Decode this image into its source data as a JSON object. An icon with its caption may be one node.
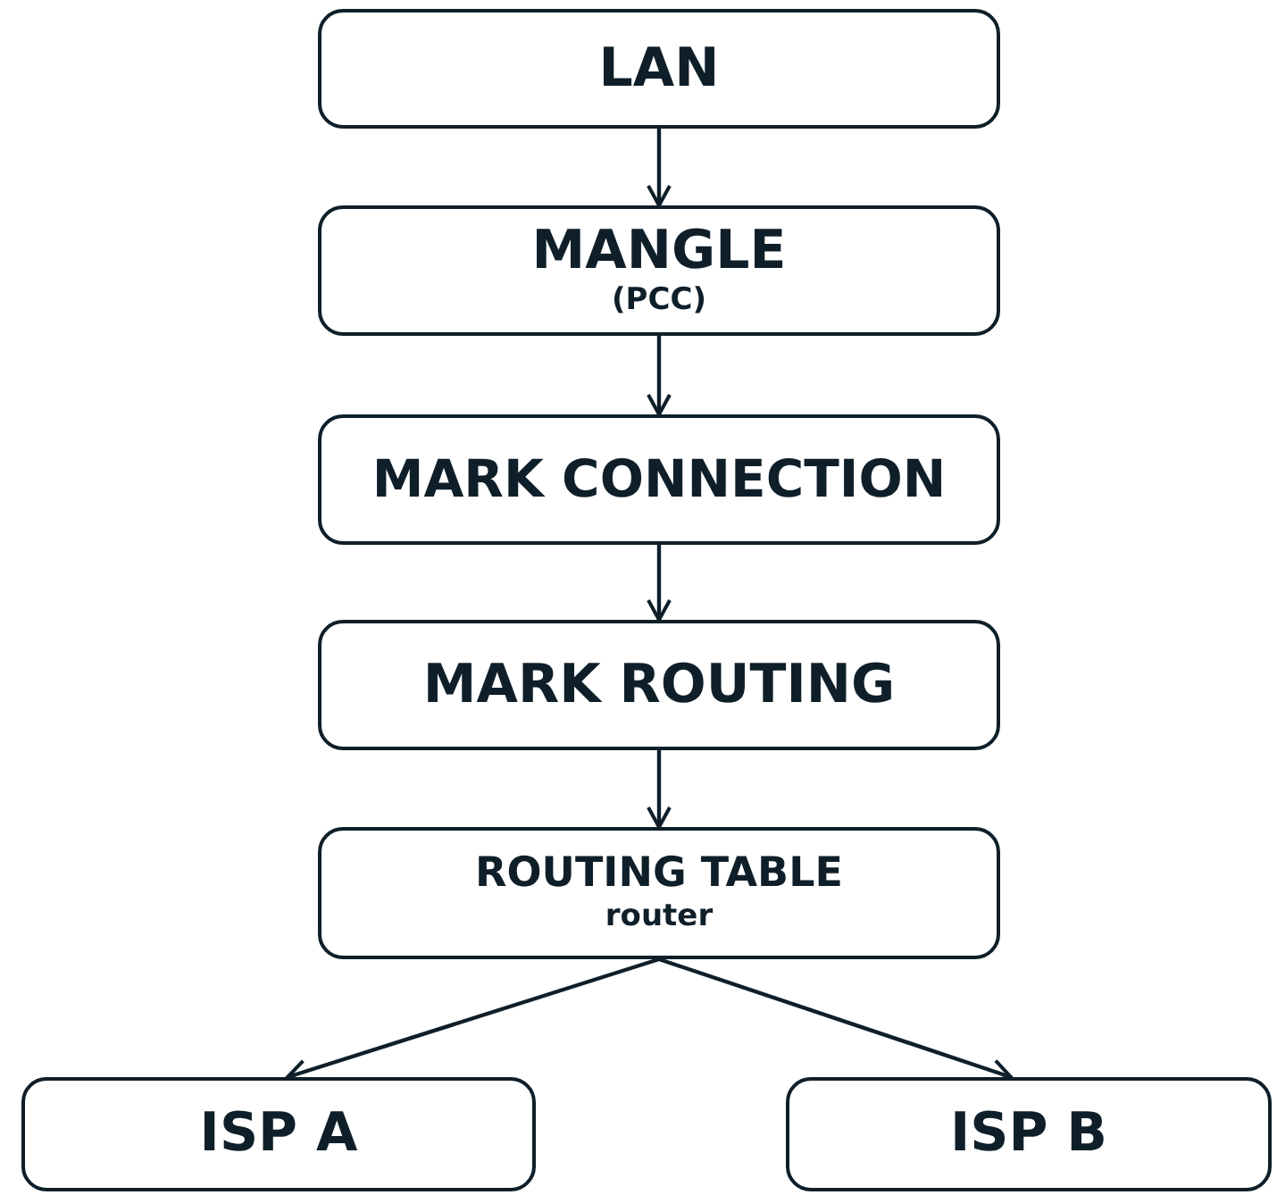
{
  "diagram": {
    "nodes": [
      {
        "text": [
          "LAN"
        ]
      },
      {
        "text": [
          "MANGLE",
          "(PCC)"
        ]
      },
      {
        "text": [
          "MARK CONNECTION"
        ]
      },
      {
        "text": [
          "MARK ROUTING"
        ]
      },
      {
        "text": [
          "ROUTING TABLE",
          "router"
        ]
      },
      {
        "text": [
          "ISP A"
        ]
      },
      {
        "text": [
          "ISP B"
        ]
      }
    ],
    "edges": [
      {
        "from": 0,
        "to": 1,
        "arrow": "to"
      },
      {
        "from": 1,
        "to": 2,
        "arrow": "to"
      },
      {
        "from": 2,
        "to": 3,
        "arrow": "to"
      },
      {
        "from": 3,
        "to": 4,
        "arrow": "to"
      },
      {
        "from": 4,
        "to": 5,
        "arrow": "to"
      },
      {
        "from": 4,
        "to": 6,
        "arrow": "to"
      }
    ]
  }
}
